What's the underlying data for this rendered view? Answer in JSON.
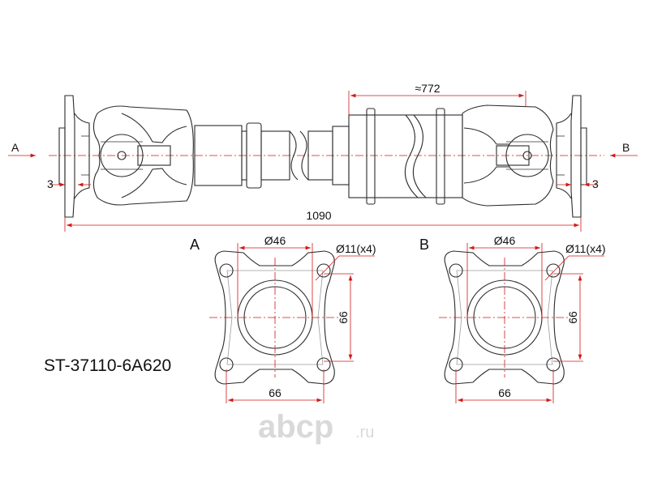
{
  "part_number": "ST-37110-6A620",
  "dimensions": {
    "overall_length": "1090",
    "approx_tube_length": "≈772",
    "flange_offset_left": "3",
    "flange_offset_right": "3"
  },
  "view_arrows": {
    "left": "A",
    "right": "B"
  },
  "flange_views": [
    {
      "label": "A",
      "bore_diameter": "Ø46",
      "bolt_holes": "Ø11(x4)",
      "width": "66",
      "height": "66"
    },
    {
      "label": "B",
      "bore_diameter": "Ø46",
      "bolt_holes": "Ø11(x4)",
      "width": "66",
      "height": "66"
    }
  ],
  "watermark": {
    "brand": "аbcp",
    "domain_suffix": ".ru"
  },
  "colors": {
    "line": "#2b2b2b",
    "dimension": "#d01818",
    "watermark": "#d9d9d9"
  }
}
